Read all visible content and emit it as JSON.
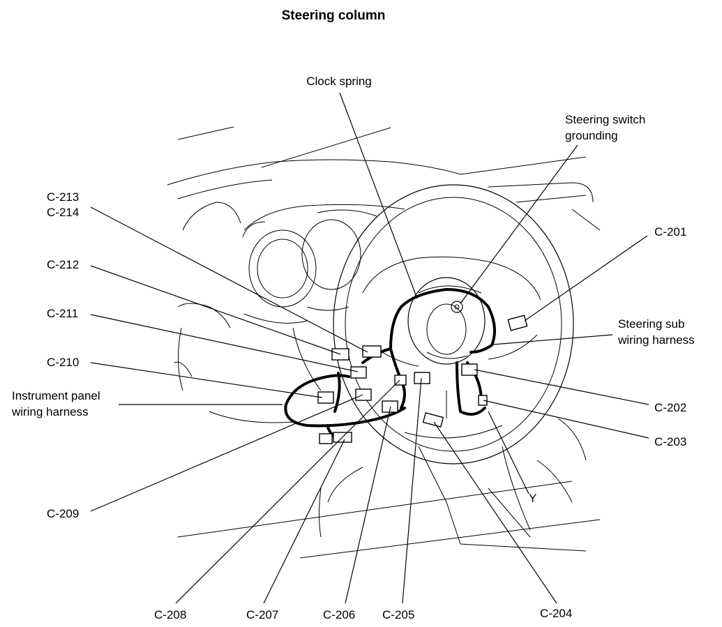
{
  "title": "Steering column",
  "callouts": {
    "clock_spring": "Clock spring",
    "steering_switch_grounding_line1": "Steering switch",
    "steering_switch_grounding_line2": "grounding",
    "c213": "C-213",
    "c214": "C-214",
    "c212": "C-212",
    "c211": "C-211",
    "c210": "C-210",
    "ip_harness_line1": "Instrument panel",
    "ip_harness_line2": "wiring harness",
    "c201": "C-201",
    "steering_sub_line1": "Steering sub",
    "steering_sub_line2": "wiring harness",
    "c202": "C-202",
    "c203": "C-203",
    "y": "Y",
    "c209": "C-209",
    "c208": "C-208",
    "c207": "C-207",
    "c206": "C-206",
    "c205": "C-205",
    "c204": "C-204"
  }
}
